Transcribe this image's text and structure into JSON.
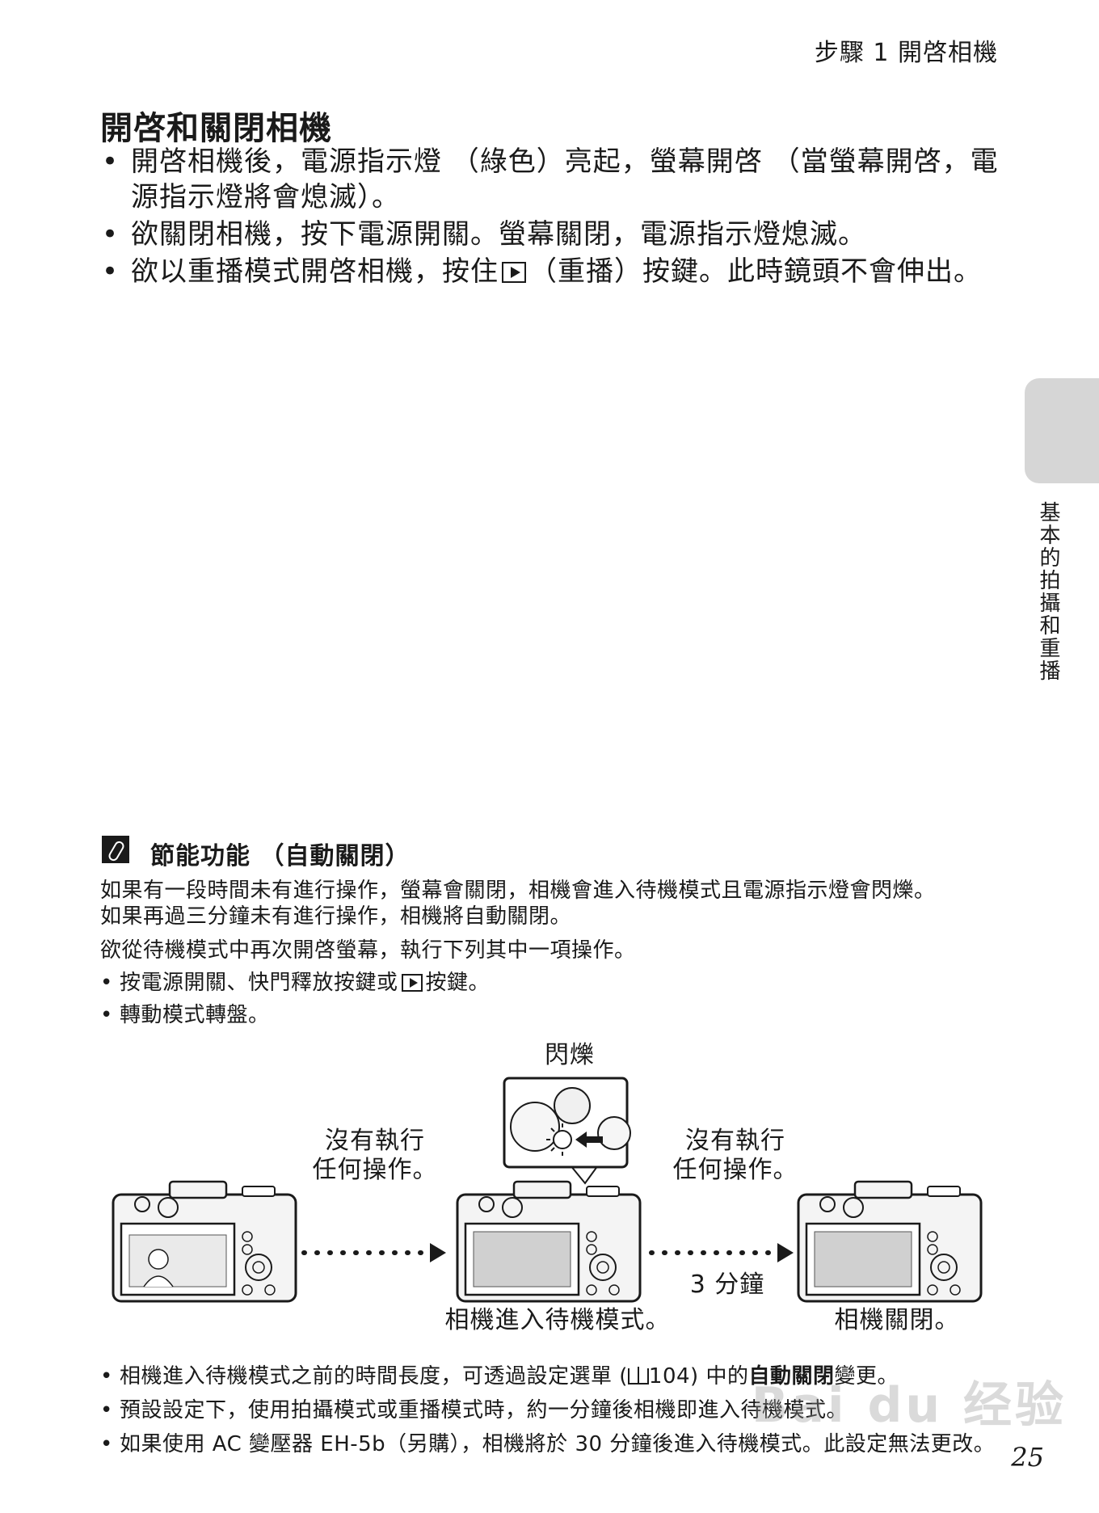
{
  "header": {
    "step": "步驟 1 開啓相機"
  },
  "title": "開啓和關閉相機",
  "main_items": {
    "item1": "開啓相機後，電源指示燈 （綠色）亮起，螢幕開啓 （當螢幕開啓，電源指示燈將會熄滅）。",
    "item2": "欲關閉相機，按下電源開關。螢幕關閉，電源指示燈熄滅。",
    "item3_before": "欲以重播模式開啓相機，按住",
    "item3_after": "（重播）按鍵。此時鏡頭不會伸出。"
  },
  "side_tab": {
    "label": "基本的拍攝和重播"
  },
  "note": {
    "title": "節能功能 （自動關閉）",
    "para1_line1": "如果有一段時間未有進行操作，螢幕會關閉，相機會進入待機模式且電源指示燈會閃爍。",
    "para1_line2": "如果再過三分鐘未有進行操作，相機將自動關閉。",
    "para2": "欲從待機模式中再次開啓螢幕，執行下列其中一項操作。",
    "list1_before": "按電源開關、快門釋放按鍵或",
    "list1_after": "按鍵。",
    "list2": "轉動模式轉盤。"
  },
  "diagram": {
    "blink_label": "閃爍",
    "no_op_line1": "沒有執行",
    "no_op_line2": "任何操作。",
    "no_op2_line1": "沒有執行",
    "no_op2_line2": "任何操作。",
    "three_min": "3 分鐘",
    "standby_caption": "相機進入待機模式。",
    "off_caption": "相機關閉。"
  },
  "bottom_items": {
    "item1_before": "相機進入待機模式之前的時間長度，可透過設定選單 (",
    "item1_ref": "104) 中的",
    "item1_bold": "自動關閉",
    "item1_after": "變更。",
    "item2": "預設設定下，使用拍攝模式或重播模式時，約一分鐘後相機即進入待機模式。",
    "item3": "如果使用 AC 變壓器 EH-5b（另購），相機將於 30 分鐘後進入待機模式。此設定無法更改。"
  },
  "page_number": "25",
  "watermark": "Bai du 经验"
}
